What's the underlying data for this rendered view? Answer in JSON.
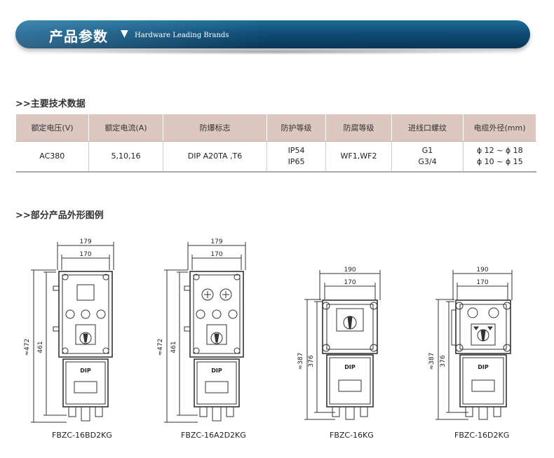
{
  "banner": {
    "title": "产品参数",
    "arrow": "▼",
    "subtitle": "Hardware Leading Brands"
  },
  "section1": {
    "title": ">>主要技术数据"
  },
  "spec_table": {
    "headers": [
      "额定电压(V)",
      "额定电流(A)",
      "防爆标志",
      "防护等级",
      "防腐等级",
      "进线口螺纹",
      "电缆外径(mm)"
    ],
    "row": {
      "voltage": "AC380",
      "current": "5,10,16",
      "explosion_mark": "DIP A20TA ,T6",
      "protection": [
        "IP54",
        "IP65"
      ],
      "anticorrosion": "WF1,WF2",
      "thread": [
        "G1",
        "G3/4"
      ],
      "cable": [
        "ϕ 12 ~ ϕ 18",
        "ϕ 10 ~ ϕ 15"
      ]
    }
  },
  "section2": {
    "title": ">>部分产品外形图例"
  },
  "drawings": [
    {
      "model": "FBZC-16BD2KG",
      "top_width": "179",
      "inner_width": "170",
      "total_height": "≈472",
      "body_height": "461",
      "nameplate": "DIP"
    },
    {
      "model": "FBZC-16A2D2KG",
      "top_width": "179",
      "inner_width": "170",
      "total_height": "≈472",
      "body_height": "461",
      "nameplate": "DIP"
    },
    {
      "model": "FBZC-16KG",
      "top_width": "190",
      "inner_width": "170",
      "total_height": "≈387",
      "body_height": "376",
      "nameplate": "DIP"
    },
    {
      "model": "FBZC-16D2KG",
      "top_width": "190",
      "inner_width": "170",
      "total_height": "≈387",
      "body_height": "376",
      "nameplate": "DIP"
    }
  ]
}
